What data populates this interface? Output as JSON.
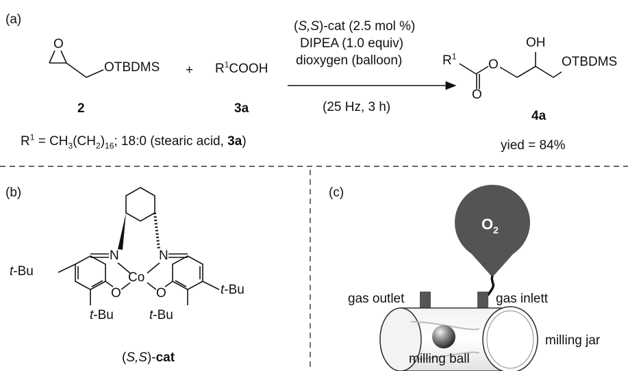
{
  "panel_labels": {
    "a": "(a)",
    "b": "(b)",
    "c": "(c)"
  },
  "reaction": {
    "epoxide_otbdms": "OTBDMS",
    "epoxide_o": "O",
    "plus": "+",
    "acid_r": "R",
    "acid_sup": "1",
    "acid_rest": "COOH",
    "compound_2": "2",
    "compound_3a": "3a",
    "cond1_ital": "S,S",
    "cond1_rest": "-cat (2.5 mol %)",
    "cond2": "DIPEA (1.0 equiv)",
    "cond3": "dioxygen (balloon)",
    "cond4": "(25 Hz, 3 h)",
    "product_r": "R",
    "product_sup": "1",
    "product_o_ester": "O",
    "product_o_carbonyl": "O",
    "product_oh": "OH",
    "product_otbdms": "OTBDMS",
    "compound_4a": "4a",
    "r1_lhs": "R",
    "r1_sup": "1",
    "r1_eq": " = CH",
    "r1_sub1": "3",
    "r1_mid": "(CH",
    "r1_sub2": "2",
    "r1_close": ")",
    "r1_sub3": "16",
    "r1_tail": "; 18:0 (stearic acid, ",
    "r1_bold": "3a",
    "r1_end": ")",
    "yield": "yied = 84%"
  },
  "catalyst": {
    "n_left": "N",
    "n_right": "N",
    "co": "Co",
    "o_left": "O",
    "o_right": "O",
    "tbu_left": "-Bu",
    "tbu_right": "-Bu",
    "tbu_bottom_left": "-Bu",
    "tbu_bottom_right": "-Bu",
    "t": "t",
    "name_ital": "S,S",
    "name_bold": "cat"
  },
  "setup": {
    "o2": "O",
    "o2_sub": "2",
    "gas_outlet": "gas outlet",
    "gas_inlet": "gas inlett",
    "milling_jar": "milling jar",
    "milling_ball": "milling ball"
  },
  "colors": {
    "balloon": "#545454",
    "line": "#111111",
    "divider": "#333333"
  }
}
